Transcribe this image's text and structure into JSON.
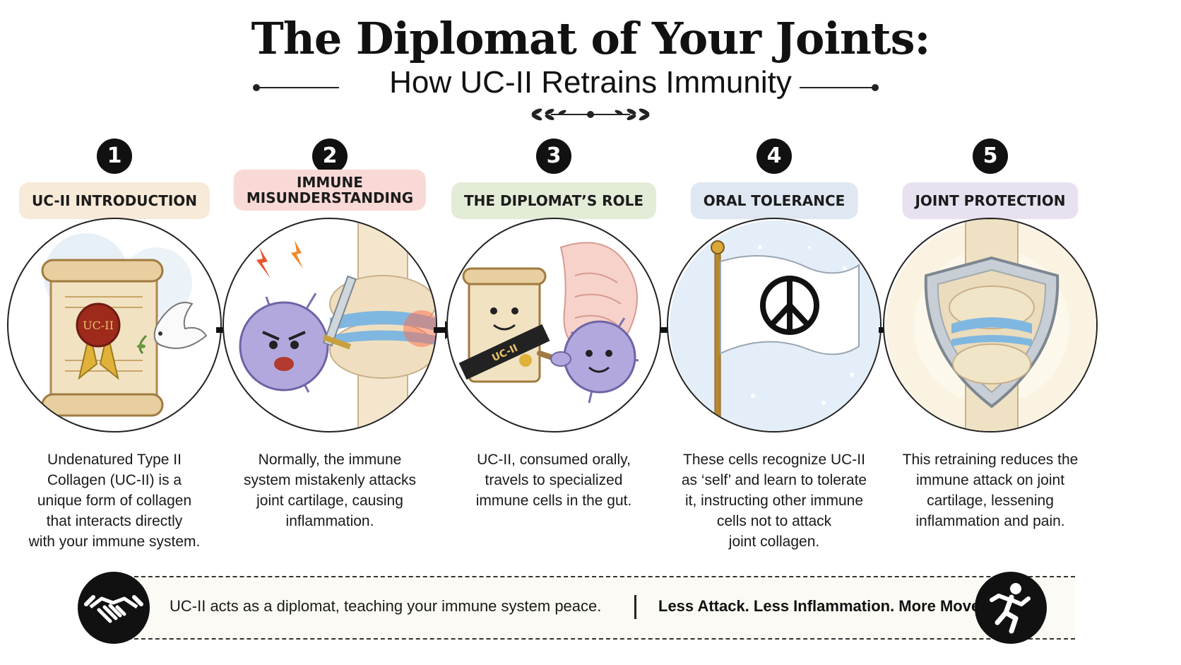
{
  "header": {
    "title": "The Diplomat of Your Joints:",
    "subtitle": "How UC-II Retrains Immunity"
  },
  "colors": {
    "pill_1": "#f7ead8",
    "pill_2": "#f8d9d6",
    "pill_3": "#e3ecd7",
    "pill_4": "#dfe8f2",
    "pill_5": "#e8e1ef",
    "banner_bg": "#fbfaf4",
    "icon_dark": "#111111"
  },
  "steps": [
    {
      "number": "1",
      "label": "UC-II INTRODUCTION",
      "seal_text": "UC-II",
      "illustration": "scroll-with-seal-and-dove",
      "description": [
        "Undenatured Type II",
        "Collagen (UC-II) is a",
        "unique form of collagen",
        "that interacts directly",
        "with your immune system."
      ]
    },
    {
      "number": "2",
      "label_lines": [
        "IMMUNE",
        "MISUNDERSTANDING"
      ],
      "illustration": "angry-immune-cell-attacking-joint",
      "description": [
        "Normally, the immune",
        "system mistakenly attacks",
        "joint cartilage, causing",
        "inflammation."
      ]
    },
    {
      "number": "3",
      "label": "THE DIPLOMAT’S ROLE",
      "sash_text": "UC-II",
      "illustration": "scroll-shaking-hands-with-immune-cell",
      "description": [
        "UC-II, consumed orally,",
        "travels to specialized",
        "immune cells in the gut."
      ]
    },
    {
      "number": "4",
      "label": "ORAL TOLERANCE",
      "illustration": "white-peace-flag",
      "description": [
        "These cells recognize UC-II",
        "as ‘self’ and learn to tolerate",
        "it, instructing other immune",
        "cells not to attack",
        "joint collagen."
      ]
    },
    {
      "number": "5",
      "label": "JOINT PROTECTION",
      "illustration": "shield-protecting-knee",
      "description": [
        "This retraining reduces the",
        "immune attack on joint",
        "cartilage, lessening",
        "inflammation and pain."
      ]
    }
  ],
  "banner": {
    "left_icon": "handshake-icon",
    "left_text": "UC-II acts as a diplomat, teaching your immune system peace.",
    "right_text": "Less Attack. Less Inflammation. More Movement.",
    "right_icon": "running-person-icon"
  }
}
